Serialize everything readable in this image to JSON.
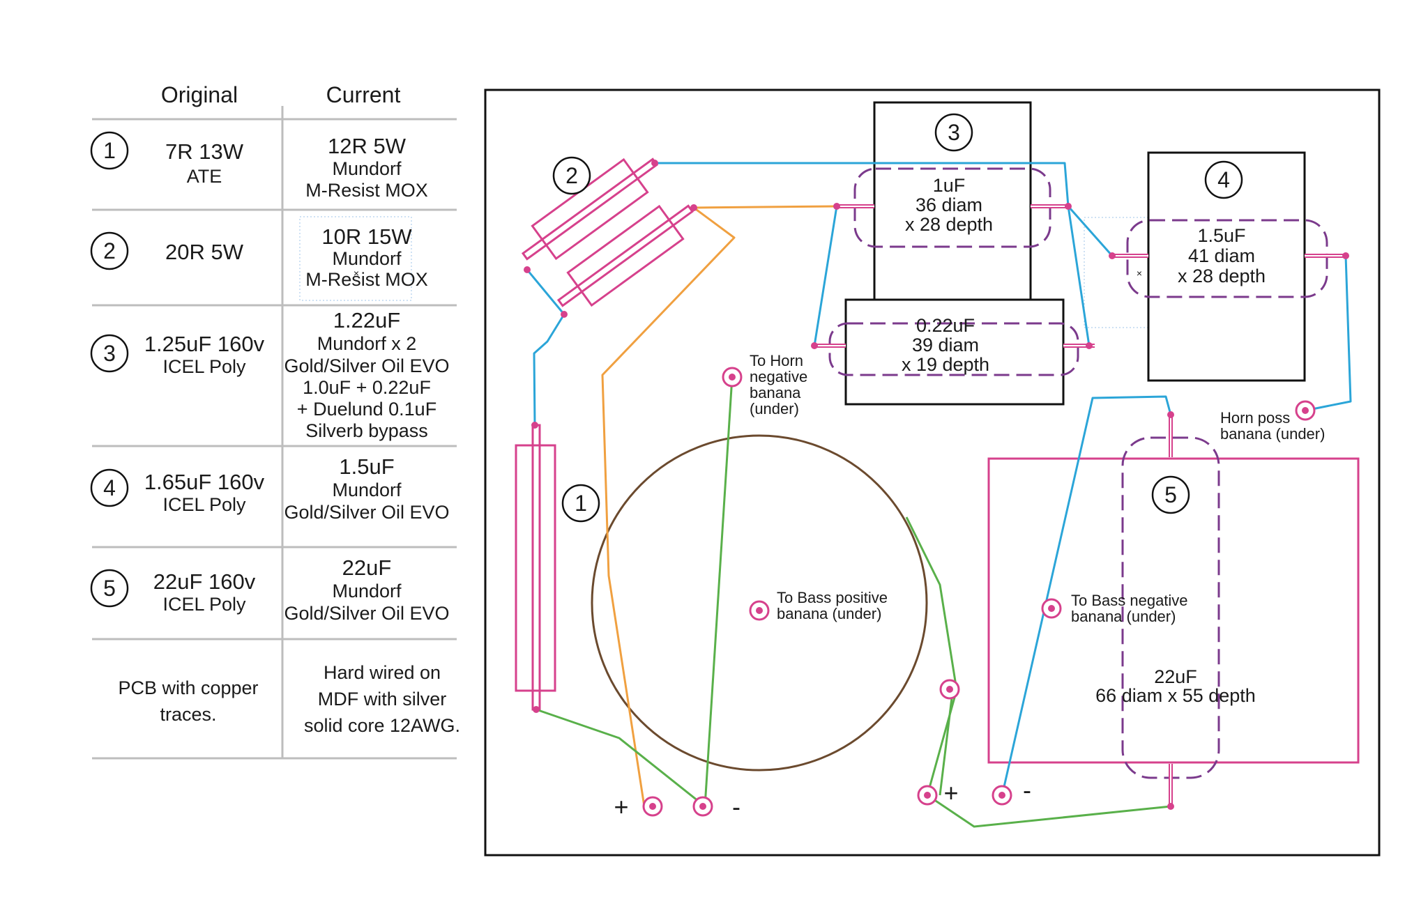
{
  "colors": {
    "resistor": "#d6418c",
    "wire_blue": "#2ba5d8",
    "wire_orange": "#f0a040",
    "wire_green": "#59b04a",
    "capacitor_outline": "#7b3a8c",
    "coil": "#6b4a2e",
    "outline": "#111111",
    "table_rule": "#bdbdbd"
  },
  "table": {
    "header_original": "Original",
    "header_current": "Current",
    "rows": [
      {
        "num": "1",
        "original": [
          "7R 13W",
          "ATE"
        ],
        "current": [
          "12R 5W",
          "Mundorf",
          "M-Resist MOX"
        ]
      },
      {
        "num": "2",
        "original": [
          "20R 5W"
        ],
        "current": [
          "10R 15W",
          "Mundorf",
          "M-Resist MOX"
        ]
      },
      {
        "num": "3",
        "original": [
          "1.25uF 160v",
          "ICEL Poly"
        ],
        "current": [
          "1.22uF",
          "Mundorf x 2",
          "Gold/Silver Oil EVO",
          "1.0uF + 0.22uF",
          "+ Duelund 0.1uF",
          "Silverb bypass"
        ]
      },
      {
        "num": "4",
        "original": [
          "1.65uF 160v",
          "ICEL Poly"
        ],
        "current": [
          "1.5uF",
          "Mundorf",
          "Gold/Silver Oil EVO"
        ]
      },
      {
        "num": "5",
        "original": [
          "22uF 160v",
          "ICEL Poly"
        ],
        "current": [
          "22uF",
          "Mundorf",
          "Gold/Silver Oil EVO"
        ]
      }
    ],
    "footer_original": [
      "PCB with copper",
      "traces."
    ],
    "footer_current": [
      "Hard wired on",
      "MDF with silver",
      "solid core 12AWG."
    ]
  },
  "diagram": {
    "component_numbers": [
      "1",
      "2",
      "3",
      "4",
      "5"
    ],
    "cap3_label": [
      "1uF",
      "36 diam",
      "x 28 depth"
    ],
    "cap022_label": [
      "0.22uF",
      "39 diam",
      "x 19 depth"
    ],
    "cap4_label": [
      "1.5uF",
      "41 diam",
      "x 28 depth"
    ],
    "cap5_label": [
      "22uF",
      "66 diam x 55 depth"
    ],
    "horn_neg_label": [
      "To Horn",
      "negative",
      "banana",
      "(under)"
    ],
    "horn_pos_label": [
      "Horn poss",
      "banana (under)"
    ],
    "bass_pos_label": [
      "To Bass positive",
      "banana (under)"
    ],
    "bass_neg_label": [
      "To Bass negative",
      "banana (under)"
    ],
    "terminals": {
      "in_plus": "+",
      "in_minus": "-",
      "out_plus": "+",
      "out_minus": "-"
    }
  }
}
